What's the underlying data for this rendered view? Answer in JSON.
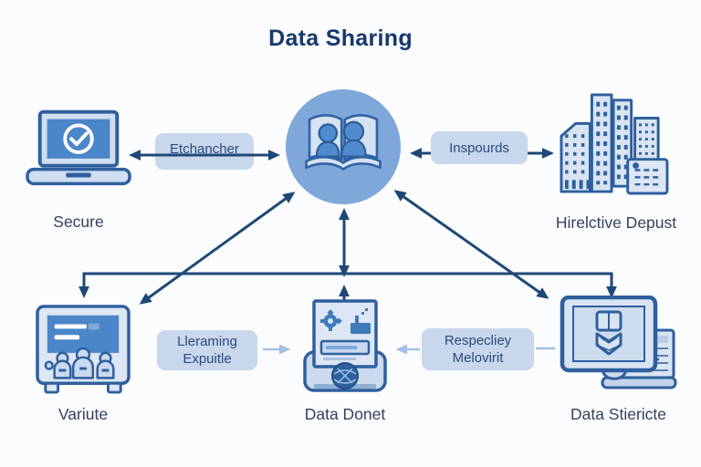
{
  "title": "Data Sharing",
  "colors": {
    "accent_navy": "#1E4976",
    "circle_fill": "#7FA7D9",
    "screen_blue": "#4A86C8",
    "pill_bg": "#C8D7EC",
    "icon_fill": "#D9E4F2",
    "icon_stroke": "#2F5F9E",
    "light_arrow": "#A3C0E2",
    "background": "#FBFCFE"
  },
  "nodes": {
    "center": {
      "label": "",
      "icon": "open-book-people-icon"
    },
    "top_left": {
      "label": "Secure",
      "icon": "laptop-checkmark-icon"
    },
    "top_right": {
      "label": "Hirelctive Depust",
      "icon": "city-buildings-icon"
    },
    "bottom_left": {
      "label": "Variute",
      "icon": "tv-audience-icon"
    },
    "bottom_center": {
      "label": "Data Donet",
      "icon": "printer-document-gear-icon"
    },
    "bottom_right": {
      "label": "Data Stiericte",
      "icon": "monitor-laptop-book-icon"
    }
  },
  "edges": {
    "left": {
      "label": "Etchancher"
    },
    "right": {
      "label": "Inspourds"
    },
    "bottom_left": {
      "line1": "Lleraming",
      "line2": "Expuitle"
    },
    "bottom_right": {
      "line1": "Respecliey",
      "line2": "Melovirit"
    }
  }
}
